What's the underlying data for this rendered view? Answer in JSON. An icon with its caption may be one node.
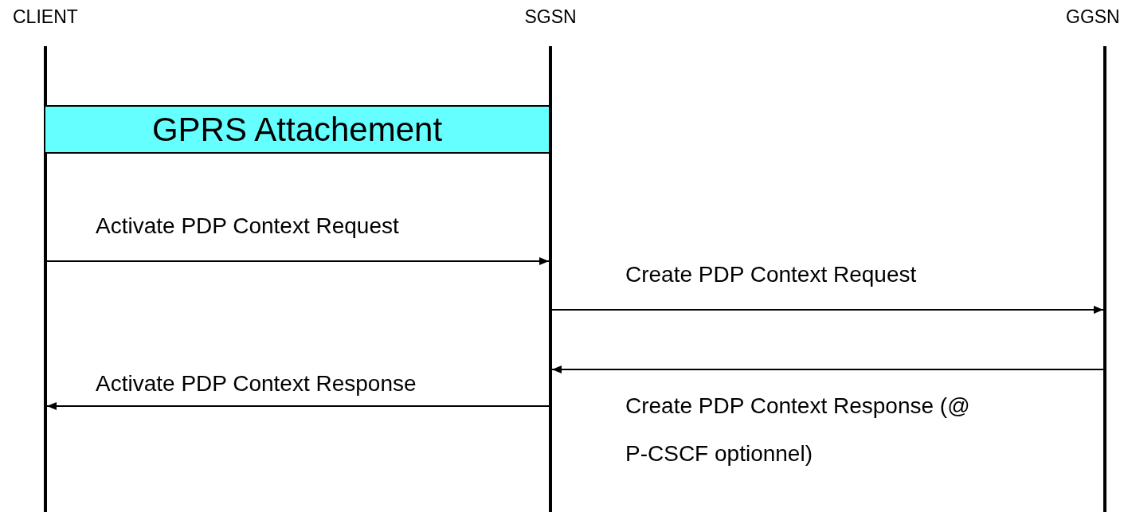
{
  "diagram": {
    "nodes": [
      {
        "text": [
          "CLIENT"
        ]
      },
      {
        "text": [
          "SGSN"
        ]
      },
      {
        "text": [
          "GGSN"
        ]
      },
      {
        "text": [
          "GPRS Attachement"
        ]
      }
    ],
    "edges": [
      {
        "from": 0,
        "to": 1,
        "arrow": "to",
        "label": "Activate PDP Context Request"
      },
      {
        "from": 1,
        "to": 2,
        "arrow": "to",
        "label": "Create PDP Context Request"
      },
      {
        "from": 2,
        "to": 1,
        "arrow": "to",
        "label": "Create PDP Context Response (@ P-CSCF optionnel)"
      },
      {
        "from": 1,
        "to": 0,
        "arrow": "to",
        "label": "Activate PDP Context Response"
      }
    ]
  }
}
